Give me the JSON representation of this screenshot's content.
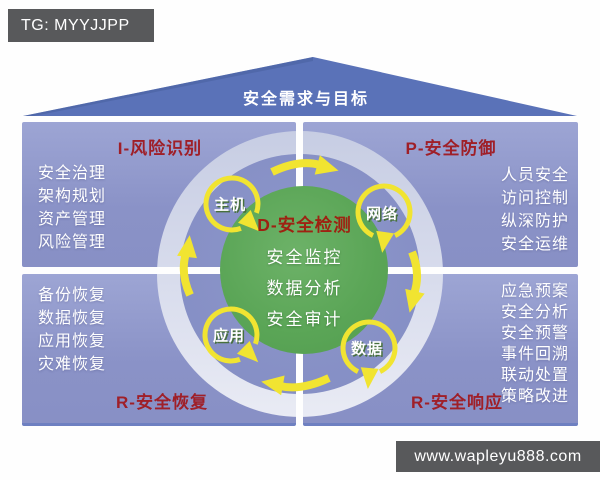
{
  "badges": {
    "tg_label": "TG: MYYJJPP",
    "watermark": "www.wapleyu888.com"
  },
  "roof": {
    "title": "安全需求与目标"
  },
  "quadrants": {
    "identify": {
      "title": "I-风险识别",
      "items": [
        "安全治理",
        "架构规划",
        "资产管理",
        "风险管理"
      ]
    },
    "protect": {
      "title": "P-安全防御",
      "items": [
        "人员安全",
        "访问控制",
        "纵深防护",
        "安全运维"
      ]
    },
    "recover": {
      "title": "R-安全恢复",
      "items": [
        "备份恢复",
        "数据恢复",
        "应用恢复",
        "灾难恢复"
      ]
    },
    "respond": {
      "title": "R-安全响应",
      "items": [
        "应急预案",
        "安全分析",
        "安全预警",
        "事件回溯",
        "联动处置",
        "策略改进"
      ]
    }
  },
  "detect_core": {
    "title": "D-安全检测",
    "items": [
      "安全监控",
      "数据分析",
      "安全审计"
    ]
  },
  "ring_nodes": {
    "host": "主机",
    "network": "网络",
    "application": "应用",
    "data": "数据"
  },
  "colors": {
    "quadrant_blue": "#8e96ca",
    "roof_blue": "#5a72b8",
    "ring_lavender": "#d6daec",
    "inner_disk_blue": "#8790c5",
    "core_green": "#5ca458",
    "accent_yellow": "#f1e431",
    "title_red": "#9f1f28",
    "badge_gray": "#58595b"
  }
}
